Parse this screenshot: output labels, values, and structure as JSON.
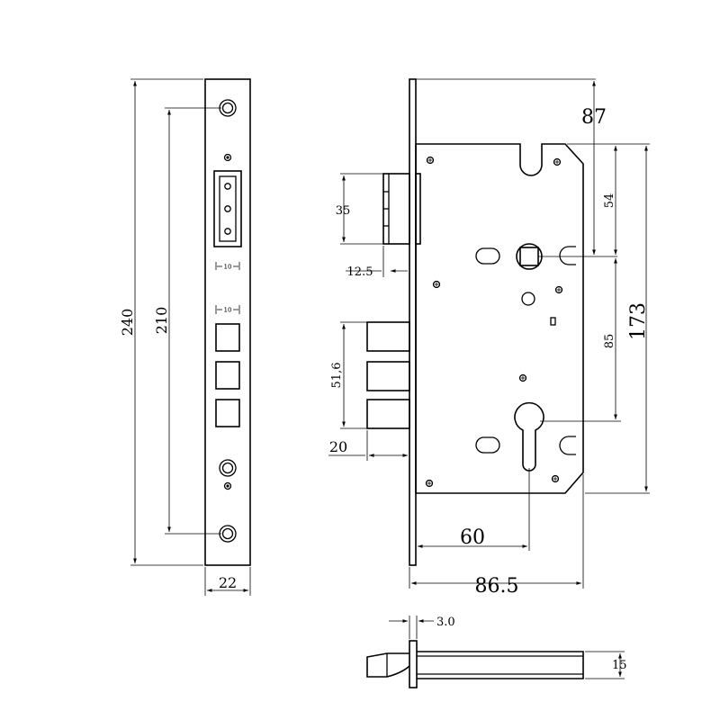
{
  "front_view": {
    "height_overall": "240",
    "hole_spacing": "210",
    "faceplate_width": "22",
    "strike_slot_width": "10",
    "latch_block_width": "10"
  },
  "side_view": {
    "backset_to_spindle": "87",
    "deadbolt_throw_height": "35",
    "deadbolt_projection": "12.5",
    "latch_stack_height": "51,6",
    "latch_projection": "20",
    "spindle_to_cylinder_upper": "54",
    "spindle_to_cylinder": "85",
    "body_height": "173",
    "backset": "60",
    "body_depth": "86.5"
  },
  "bottom_view": {
    "faceplate_thickness": "3.0",
    "body_thickness": "15"
  }
}
